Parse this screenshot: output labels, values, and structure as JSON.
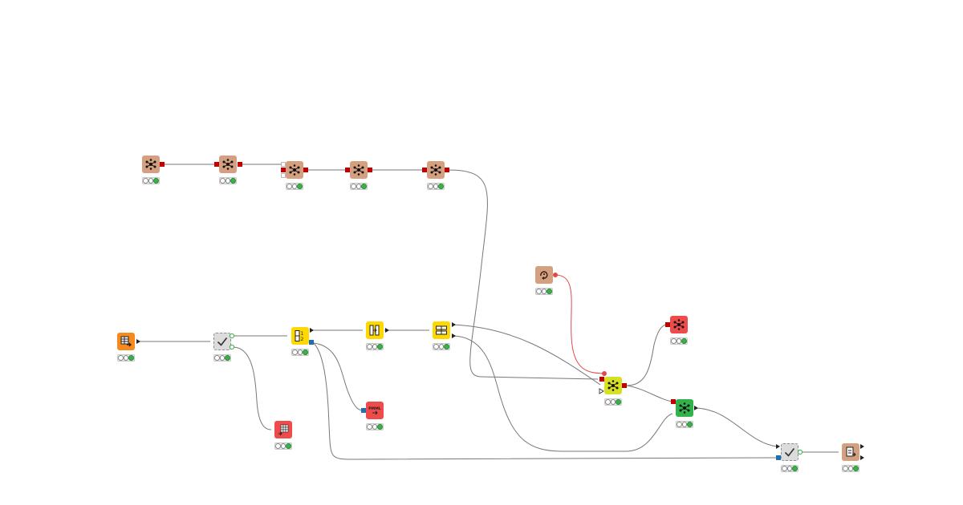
{
  "canvas": {
    "background": "#ffffff"
  },
  "colors": {
    "learner": "#d4a07f",
    "manipulator": "#ffd800",
    "source": "#f7891e",
    "sink": "#ef4b4b",
    "predictor": "#d6e221",
    "other": "#2fb34a",
    "meta": "#dcdcdc",
    "model_port": "#c00000",
    "data_port": "#222222",
    "db_port": "#1f6fb5",
    "flow_variable_connection": "#e24848",
    "connection": "#777777"
  },
  "nodes": [
    {
      "id": "n1",
      "type": "learner",
      "icon": "cluster-icon",
      "status": "executed"
    },
    {
      "id": "n2",
      "type": "learner",
      "icon": "cluster-icon",
      "status": "executed"
    },
    {
      "id": "n3",
      "type": "learner",
      "icon": "cluster-icon",
      "status": "executed"
    },
    {
      "id": "n4",
      "type": "learner",
      "icon": "cluster-icon",
      "status": "executed"
    },
    {
      "id": "n5",
      "type": "learner",
      "icon": "cluster-icon",
      "status": "executed"
    },
    {
      "id": "n6",
      "type": "learner",
      "icon": "loop-icon",
      "status": "executed"
    },
    {
      "id": "n7",
      "type": "source",
      "icon": "table-reader-icon",
      "status": "executed"
    },
    {
      "id": "n8",
      "type": "meta",
      "icon": "checkmark-icon",
      "status": "executed"
    },
    {
      "id": "n9",
      "type": "manipulator",
      "icon": "partition-icon",
      "status": "executed"
    },
    {
      "id": "n10",
      "type": "manipulator",
      "icon": "column-filter-icon",
      "status": "executed"
    },
    {
      "id": "n11",
      "type": "manipulator",
      "icon": "row-filter-icon",
      "status": "executed"
    },
    {
      "id": "n12",
      "type": "sink",
      "icon": "cluster-icon",
      "status": "executed"
    },
    {
      "id": "n13",
      "type": "predictor",
      "icon": "cluster-icon",
      "status": "executed"
    },
    {
      "id": "n14",
      "type": "other",
      "icon": "cluster-icon",
      "status": "executed"
    },
    {
      "id": "n15",
      "type": "sink",
      "icon": "heatmap-icon",
      "status": "executed"
    },
    {
      "id": "n16",
      "type": "sink",
      "icon": "pmml-writer-icon",
      "status": "executed",
      "label": "PMML"
    },
    {
      "id": "n17",
      "type": "meta",
      "icon": "checkmark-icon",
      "status": "executed"
    },
    {
      "id": "n18",
      "type": "learner",
      "icon": "model-writer-icon",
      "status": "executed"
    }
  ],
  "connections": [
    {
      "from": "n1",
      "to": "n2",
      "kind": "model"
    },
    {
      "from": "n2",
      "to": "n3",
      "kind": "model"
    },
    {
      "from": "n3",
      "to": "n4",
      "kind": "model"
    },
    {
      "from": "n4",
      "to": "n5",
      "kind": "model"
    },
    {
      "from": "n5",
      "to": "n13",
      "kind": "model"
    },
    {
      "from": "n6",
      "to": "n13",
      "kind": "flow-variable"
    },
    {
      "from": "n7",
      "to": "n8",
      "kind": "data"
    },
    {
      "from": "n8",
      "to": "n9",
      "kind": "data"
    },
    {
      "from": "n8",
      "to": "n15",
      "kind": "data"
    },
    {
      "from": "n9",
      "to": "n10",
      "kind": "data"
    },
    {
      "from": "n9",
      "to": "n16",
      "kind": "pmml"
    },
    {
      "from": "n9",
      "to": "n17",
      "kind": "pmml"
    },
    {
      "from": "n10",
      "to": "n11",
      "kind": "data"
    },
    {
      "from": "n11",
      "to": "n13",
      "kind": "data"
    },
    {
      "from": "n11",
      "to": "n14",
      "kind": "data"
    },
    {
      "from": "n13",
      "to": "n12",
      "kind": "model"
    },
    {
      "from": "n13",
      "to": "n14",
      "kind": "model"
    },
    {
      "from": "n14",
      "to": "n17",
      "kind": "data"
    },
    {
      "from": "n17",
      "to": "n18",
      "kind": "data"
    }
  ]
}
